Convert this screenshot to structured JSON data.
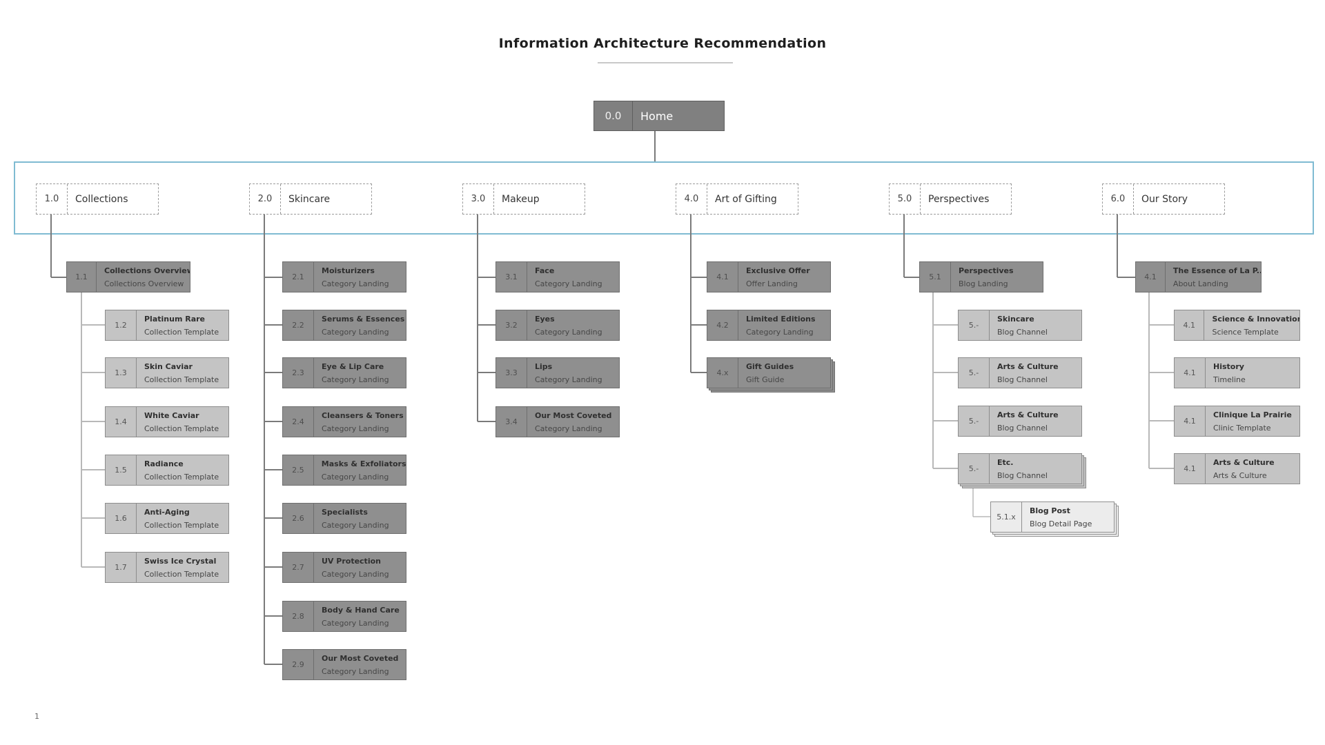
{
  "title": "Information Architecture Recommendation",
  "page_number": "1",
  "home": {
    "num": "0.0",
    "label": "Home"
  },
  "sections": [
    {
      "num": "1.0",
      "label": "Collections",
      "children": [
        {
          "num": "1.1",
          "title": "Collections Overview",
          "sub": "Collections Overview"
        },
        {
          "num": "1.2",
          "title": "Platinum Rare",
          "sub": "Collection Template"
        },
        {
          "num": "1.3",
          "title": "Skin Caviar",
          "sub": "Collection Template"
        },
        {
          "num": "1.4",
          "title": "White Caviar",
          "sub": "Collection Template"
        },
        {
          "num": "1.5",
          "title": "Radiance",
          "sub": "Collection Template"
        },
        {
          "num": "1.6",
          "title": "Anti-Aging",
          "sub": "Collection Template"
        },
        {
          "num": "1.7",
          "title": "Swiss Ice Crystal",
          "sub": "Collection Template"
        }
      ]
    },
    {
      "num": "2.0",
      "label": "Skincare",
      "children": [
        {
          "num": "2.1",
          "title": "Moisturizers",
          "sub": "Category Landing"
        },
        {
          "num": "2.2",
          "title": "Serums & Essences",
          "sub": "Category Landing"
        },
        {
          "num": "2.3",
          "title": "Eye & Lip Care",
          "sub": "Category Landing"
        },
        {
          "num": "2.4",
          "title": "Cleansers & Toners",
          "sub": "Category Landing"
        },
        {
          "num": "2.5",
          "title": "Masks & Exfoliators",
          "sub": "Category Landing"
        },
        {
          "num": "2.6",
          "title": "Specialists",
          "sub": "Category Landing"
        },
        {
          "num": "2.7",
          "title": "UV Protection",
          "sub": "Category Landing"
        },
        {
          "num": "2.8",
          "title": "Body & Hand Care",
          "sub": "Category Landing"
        },
        {
          "num": "2.9",
          "title": "Our Most Coveted",
          "sub": "Category Landing"
        }
      ]
    },
    {
      "num": "3.0",
      "label": "Makeup",
      "children": [
        {
          "num": "3.1",
          "title": "Face",
          "sub": "Category Landing"
        },
        {
          "num": "3.2",
          "title": "Eyes",
          "sub": "Category Landing"
        },
        {
          "num": "3.3",
          "title": "Lips",
          "sub": "Category Landing"
        },
        {
          "num": "3.4",
          "title": "Our Most Coveted",
          "sub": "Category Landing"
        }
      ]
    },
    {
      "num": "4.0",
      "label": "Art of Gifting",
      "children": [
        {
          "num": "4.1",
          "title": "Exclusive Offer",
          "sub": "Offer Landing"
        },
        {
          "num": "4.2",
          "title": "Limited Editions",
          "sub": "Category Landing"
        },
        {
          "num": "4.x",
          "title": "Gift Guides",
          "sub": "Gift Guide"
        }
      ]
    },
    {
      "num": "5.0",
      "label": "Perspectives",
      "children": [
        {
          "num": "5.1",
          "title": "Perspectives",
          "sub": "Blog Landing"
        },
        {
          "num": "5.-",
          "title": "Skincare",
          "sub": "Blog Channel"
        },
        {
          "num": "5.-",
          "title": "Arts & Culture",
          "sub": "Blog Channel"
        },
        {
          "num": "5.-",
          "title": "Arts & Culture",
          "sub": "Blog Channel"
        },
        {
          "num": "5.-",
          "title": "Etc.",
          "sub": "Blog Channel"
        },
        {
          "num": "5.1.x",
          "title": "Blog Post",
          "sub": "Blog Detail Page"
        }
      ]
    },
    {
      "num": "6.0",
      "label": "Our Story",
      "children": [
        {
          "num": "4.1",
          "title": "The Essence of La P...",
          "sub": "About Landing"
        },
        {
          "num": "4.1",
          "title": "Science & Innovation",
          "sub": "Science Template"
        },
        {
          "num": "4.1",
          "title": "History",
          "sub": "Timeline"
        },
        {
          "num": "4.1",
          "title": "Clinique La Prairie",
          "sub": "Clinic Template"
        },
        {
          "num": "4.1",
          "title": "Arts & Culture",
          "sub": "Arts & Culture"
        }
      ]
    }
  ]
}
